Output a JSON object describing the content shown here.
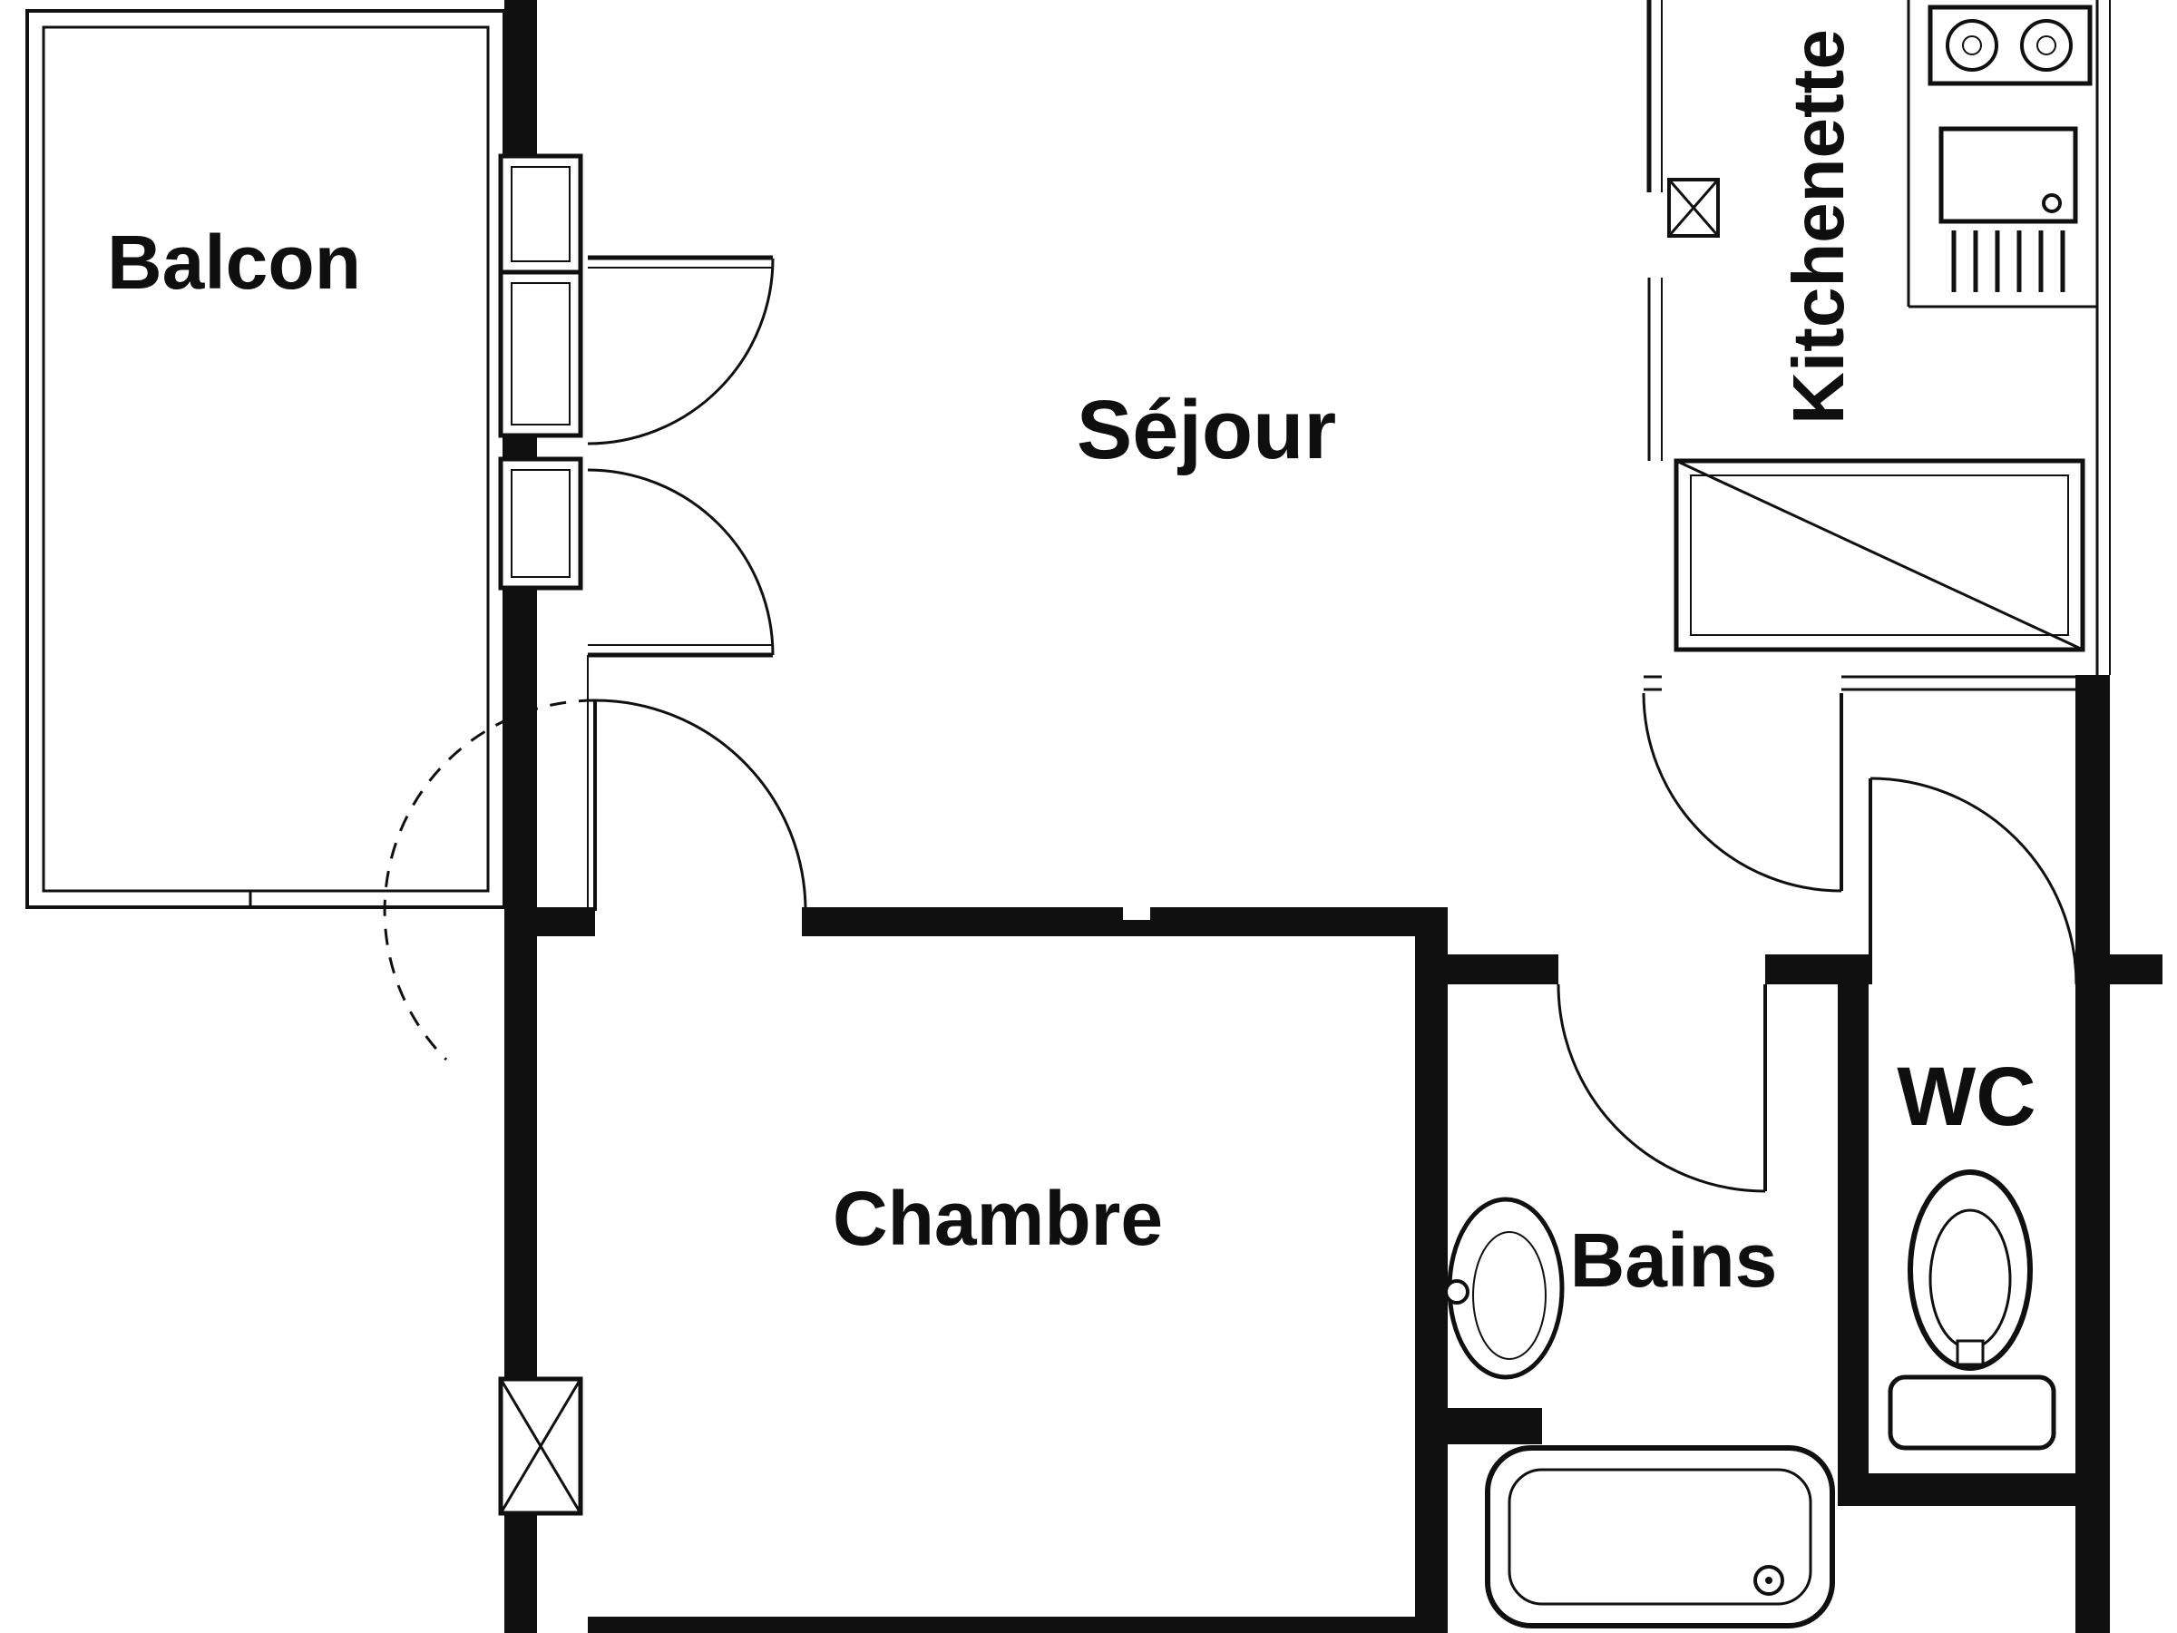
{
  "rooms": {
    "balcon": {
      "label": "Balcon"
    },
    "sejour": {
      "label": "Séjour"
    },
    "kitchenette": {
      "label": "Kitchenette"
    },
    "chambre": {
      "label": "Chambre"
    },
    "bains": {
      "label": "Bains"
    },
    "wc": {
      "label": "WC"
    }
  },
  "colors": {
    "line": "#101010",
    "background": "#ffffff",
    "text": "#0f0f0f"
  }
}
